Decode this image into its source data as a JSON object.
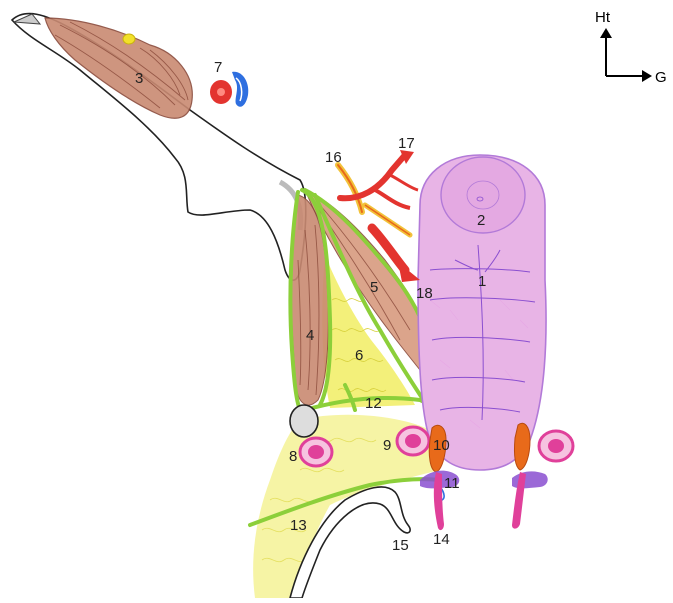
{
  "labels": {
    "l1": "1",
    "l2": "2",
    "l3": "3",
    "l4": "4",
    "l5": "5",
    "l6": "6",
    "l7": "7",
    "l8": "8",
    "l9": "9",
    "l10": "10",
    "l11": "11",
    "l12": "12",
    "l13": "13",
    "l14": "14",
    "l15": "15",
    "l16": "16",
    "l17": "17",
    "l18": "18"
  },
  "axes": {
    "up": "Ht",
    "right": "G"
  },
  "colors": {
    "muscle": "#c98a72",
    "muscle_line": "#8a4a3a",
    "fat": "#f3f07a",
    "fascia": "#8ccf3a",
    "pink_organ": "#e8b4e6",
    "pink_organ_edge": "#b27ad8",
    "vessel_red": "#e3342f",
    "vessel_blue": "#2e6fe0",
    "magenta": "#e0409a",
    "orange": "#e86a1a",
    "purple": "#8a4fd0"
  }
}
